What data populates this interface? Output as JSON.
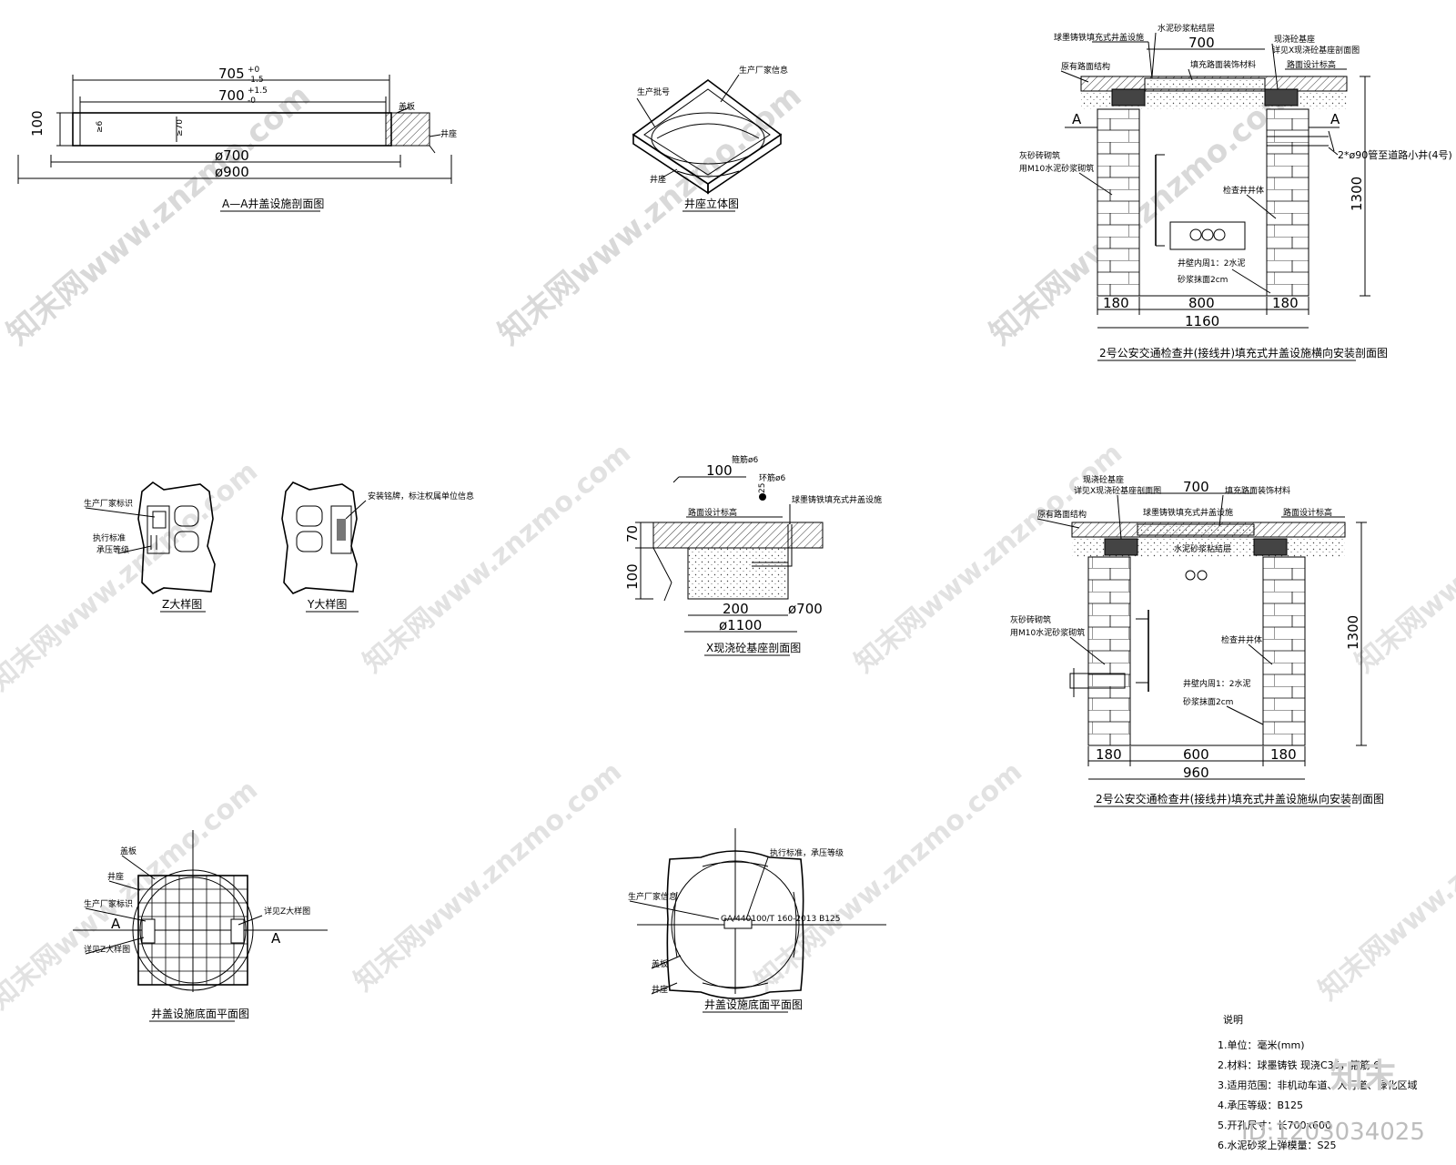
{
  "watermark": {
    "text": "知末网www.znzmo.com",
    "logo": "知末",
    "id_text": "ID:1203034025"
  },
  "aa_section": {
    "dim_705": "705",
    "dim_705_tol_top": "+0",
    "dim_705_tol_bot": "-1.5",
    "dim_700": "700",
    "dim_700_tol_top": "+1.5",
    "dim_700_tol_bot": "-0",
    "dim_100": "100",
    "dim_ge6": "≥6",
    "dim_ge70": "≥70",
    "dim_d700": "ø700",
    "dim_d900": "ø900",
    "label_cover": "盖板",
    "label_seat": "井座",
    "caption": "A—A井盖设施剖面图"
  },
  "seat_3d": {
    "label_maker": "生产厂家信息",
    "label_batch": "生产批号",
    "label_seat": "井座",
    "caption": "井座立体图"
  },
  "section_2_cross": {
    "dim_700": "700",
    "dim_180a": "180",
    "dim_800": "800",
    "dim_180b": "180",
    "dim_1160": "1160",
    "dim_1300": "1300",
    "label_cover": "球墨铸铁填充式井盖设施",
    "label_mortar": "水泥砂浆粘结层",
    "label_concrete": "现浇砼基座",
    "label_fill": "填充路面装饰材料",
    "label_seeX": "详见X现浇砼基座剖面图",
    "label_orig": "原有路面结构",
    "label_design": "路面设计标高",
    "label_pipe": "2*ø90管至道路小井(4号)",
    "label_brick1": "灰砂砖砌筑",
    "label_brick2": "用M10水泥砂浆砌筑",
    "label_well": "检查井井体",
    "label_plaster1": "井壁内周1：2水泥",
    "label_plaster2": "砂浆抹面2cm",
    "mark_a_left": "A",
    "mark_a_right": "A",
    "caption": "2号公安交通检查井(接线井)填充式井盖设施横向安装剖面图"
  },
  "z_detail": {
    "label_maker": "生产厂家标识",
    "label_std1": "执行标准",
    "label_std2": "承压等级",
    "caption": "Z大样图"
  },
  "y_detail": {
    "label_install": "安装铭牌，标注权属单位信息",
    "caption": "Y大样图"
  },
  "x_section": {
    "dim_100a": "100",
    "label_stirrup": "箍筋ø6",
    "label_ring": "环筋ø6",
    "dim_25": "25",
    "label_design": "路面设计标高",
    "label_cover": "球墨铸铁填充式井盖设施",
    "dim_70": "70",
    "dim_100b": "100",
    "dim_200": "200",
    "dim_d700": "ø700",
    "dim_d1100": "ø1100",
    "caption": "X现浇砼基座剖面图"
  },
  "section_2_long": {
    "dim_700": "700",
    "dim_180a": "180",
    "dim_600": "600",
    "dim_180b": "180",
    "dim_960": "960",
    "dim_1300": "1300",
    "label_concrete": "现浇砼基座",
    "label_seeX": "详见X现浇砼基座剖面图",
    "label_fill": "填充路面装饰材料",
    "label_orig": "原有路面结构",
    "label_cover": "球墨铸铁填充式井盖设施",
    "label_design": "路面设计标高",
    "label_mortar": "水泥砂浆粘结层",
    "label_brick1": "灰砂砖砌筑",
    "label_brick2": "用M10水泥砂浆砌筑",
    "label_well": "检查井井体",
    "label_plaster1": "井壁内周1：2水泥",
    "label_plaster2": "砂浆抹面2cm",
    "caption": "2号公安交通检查井(接线井)填充式井盖设施纵向安装剖面图"
  },
  "plan_bottom": {
    "label_cover": "盖板",
    "label_seat": "井座",
    "label_maker": "生产厂家标识",
    "label_seeZ_r": "详见Z大样图",
    "label_seeZ_l": "详见Z大样图",
    "mark_a_left": "A",
    "mark_a_right": "A",
    "caption": "井盖设施底面平面图"
  },
  "plan_bottom2": {
    "label_std": "执行标准，承压等级",
    "label_maker": "生产厂家信息",
    "label_code": "GA/440100/T 160-2013 B125",
    "label_cover": "盖板",
    "label_seat": "井座",
    "caption": "井盖设施底面平面图"
  },
  "notes": {
    "title": "说明",
    "items": [
      "1.单位：毫米(mm)",
      "2.材料：球墨铸铁 现浇C35，箍筋 6",
      "3.适用范围：非机动车道、人行道、绿化区域",
      "4.承压等级：B125",
      "5.开孔尺寸：长700x600",
      "6.水泥砂浆上弹模量：S25"
    ]
  }
}
